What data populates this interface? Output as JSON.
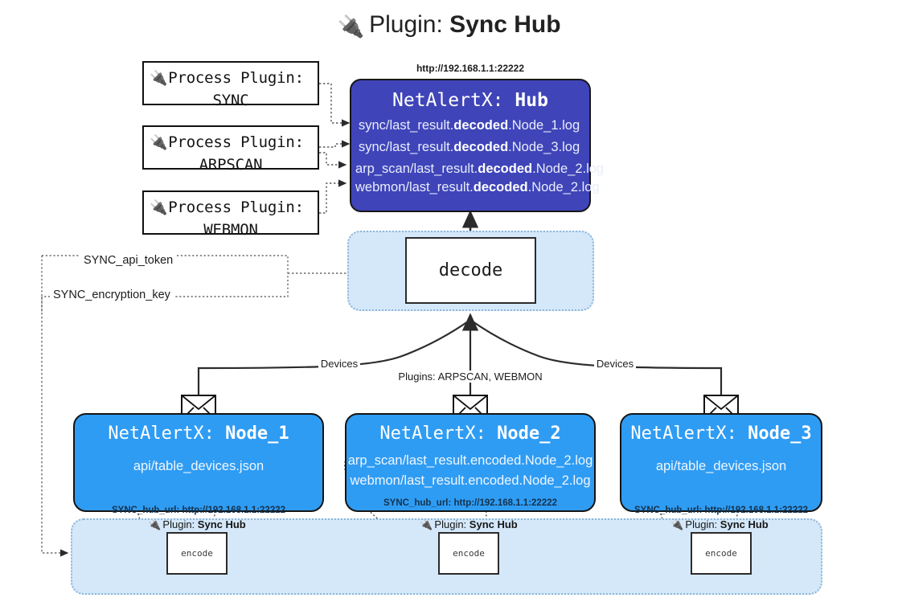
{
  "title": {
    "icon": "plug-icon",
    "prefix": "Plugin:",
    "name": "Sync Hub"
  },
  "process_plugins": [
    {
      "icon": "plug-icon",
      "label": "Process Plugin:",
      "name": "SYNC"
    },
    {
      "icon": "plug-icon",
      "label": "Process Plugin:",
      "name": "ARPSCAN"
    },
    {
      "icon": "plug-icon",
      "label": "Process Plugin:",
      "name": "WEBMON"
    }
  ],
  "hub": {
    "url": "http://192.168.1.1:22222",
    "title_prefix": "NetAlertX:",
    "title_name": "Hub",
    "lines": [
      {
        "pre": "sync/last_result.",
        "bold": "decoded",
        "post": ".Node_1.log"
      },
      {
        "pre": "sync/last_result.",
        "bold": "decoded",
        "post": ".Node_3.log"
      },
      {
        "pre": "arp_scan/last_result.",
        "bold": "decoded",
        "post": ".Node_2.log"
      },
      {
        "pre": "webmon/last_result.",
        "bold": "decoded",
        "post": ".Node_2.log"
      }
    ],
    "color": "#3f45b8"
  },
  "decode": {
    "label": "decode"
  },
  "tokens": [
    {
      "label": "SYNC_api_token"
    },
    {
      "label": "SYNC_encryption_key"
    }
  ],
  "edge_labels": {
    "left_devices": "Devices",
    "center_plugins": "Plugins: ARPSCAN, WEBMON",
    "right_devices": "Devices"
  },
  "nodes": [
    {
      "icon": "envelope-icon",
      "title_prefix": "NetAlertX:",
      "title_name": "Node_1",
      "lines": [
        "api/table_devices.json"
      ],
      "hub_url": "SYNC_hub_url: http://192.168.1.1:22222",
      "plugin_label_prefix": "Plugin:",
      "plugin_label_name": "Sync Hub",
      "encode_label": "encode",
      "color": "#2f9cf4"
    },
    {
      "icon": "envelope-icon",
      "title_prefix": "NetAlertX:",
      "title_name": "Node_2",
      "lines": [
        "arp_scan/last_result.encoded.Node_2.log",
        "webmon/last_result.encoded.Node_2.log"
      ],
      "hub_url": "SYNC_hub_url: http://192.168.1.1:22222",
      "plugin_label_prefix": "Plugin:",
      "plugin_label_name": "Sync Hub",
      "encode_label": "encode",
      "color": "#2f9cf4"
    },
    {
      "icon": "envelope-icon",
      "title_prefix": "NetAlertX:",
      "title_name": "Node_3",
      "lines": [
        "api/table_devices.json"
      ],
      "hub_url": "SYNC_hub_url: http://192.168.1.1:22222",
      "plugin_label_prefix": "Plugin:",
      "plugin_label_name": "Sync Hub",
      "encode_label": "encode",
      "color": "#2f9cf4"
    }
  ],
  "palette": {
    "hub_blue": "#3f45b8",
    "node_blue": "#2f9cf4",
    "panel_blue": "#d4e8fa",
    "panel_border": "#8fb6d8",
    "stroke": "#2b2b2b",
    "background": "#ffffff"
  }
}
